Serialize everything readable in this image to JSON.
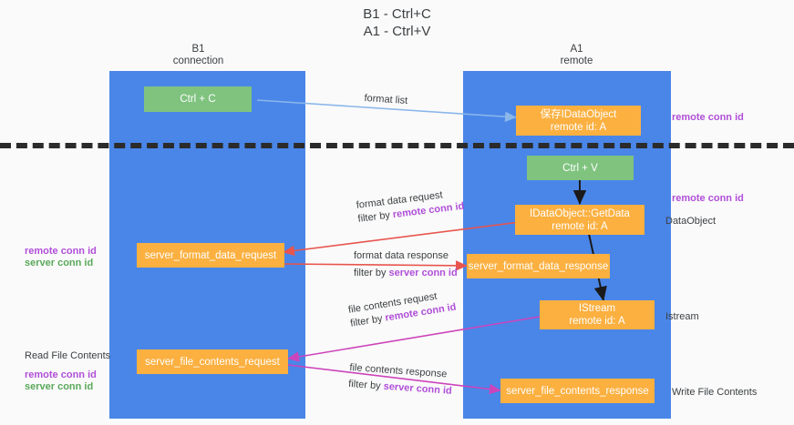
{
  "diagram": {
    "title": "B1 - Ctrl+C\nA1 - Ctrl+V",
    "columns": [
      {
        "id": "b1",
        "label": "B1\nconnection"
      },
      {
        "id": "a1",
        "label": "A1\nremote"
      }
    ],
    "boxes": [
      {
        "id": "ctrl-c",
        "text": "Ctrl + C",
        "color": "#7fc37f"
      },
      {
        "id": "store-idataobject",
        "text": "保存IDataObject\nremote id: A",
        "color": "#fbb040"
      },
      {
        "id": "ctrl-v",
        "text": "Ctrl + V",
        "color": "#7fc37f"
      },
      {
        "id": "idataobject-getdata",
        "text": "IDataObject::GetData\nremote id: A",
        "color": "#fbb040"
      },
      {
        "id": "server-format-data-request",
        "text": "server_format_data_request",
        "color": "#fbb040"
      },
      {
        "id": "server-format-data-response",
        "text": "server_format_data_response",
        "color": "#fbb040"
      },
      {
        "id": "istream",
        "text": "IStream\nremote id: A",
        "color": "#fbb040"
      },
      {
        "id": "server-file-contents-request",
        "text": "server_file_contents_request",
        "color": "#fbb040"
      },
      {
        "id": "server-file-contents-response",
        "text": "server_file_contents_response",
        "color": "#fbb040"
      }
    ],
    "side_labels": [
      {
        "id": "remote-conn-id-top",
        "text": "remote conn id"
      },
      {
        "id": "remote-conn-id-mid",
        "text": "remote conn id"
      },
      {
        "id": "dataobject",
        "text": "DataObject"
      },
      {
        "id": "istream-label",
        "text": "Istream"
      },
      {
        "id": "write-file-contents",
        "text": "Write File Contents"
      },
      {
        "id": "read-file-contents",
        "text": "Read File Contents"
      },
      {
        "id": "left-remote-conn-id-a",
        "text": "remote conn id"
      },
      {
        "id": "left-server-conn-id-a",
        "text": "server conn id"
      },
      {
        "id": "left-remote-conn-id-b",
        "text": "remote conn id"
      },
      {
        "id": "left-server-conn-id-b",
        "text": "server conn id"
      }
    ],
    "arrow_labels": [
      {
        "id": "format-list",
        "plain": "format list",
        "filter_prefix": "",
        "filter_value": ""
      },
      {
        "id": "format-data-request",
        "plain": "format data request",
        "filter_prefix": "filter by ",
        "filter_value": "remote conn id"
      },
      {
        "id": "format-data-response",
        "plain": "format data response",
        "filter_prefix": "filter by ",
        "filter_value": "server conn id"
      },
      {
        "id": "file-contents-request",
        "plain": "file contents request",
        "filter_prefix": "filter by ",
        "filter_value": "remote conn id"
      },
      {
        "id": "file-contents-response",
        "plain": "file contents response",
        "filter_prefix": "filter by ",
        "filter_value": "server conn id"
      }
    ],
    "colors": {
      "lane": "#4a86e8",
      "green_box": "#7fc37f",
      "orange_box": "#fbb040",
      "purple_text": "#b04fd8",
      "green_text": "#5aa85a",
      "wire_blue": "#8ab6ea",
      "wire_red": "#e8554e",
      "wire_magenta": "#c councils"
    }
  }
}
